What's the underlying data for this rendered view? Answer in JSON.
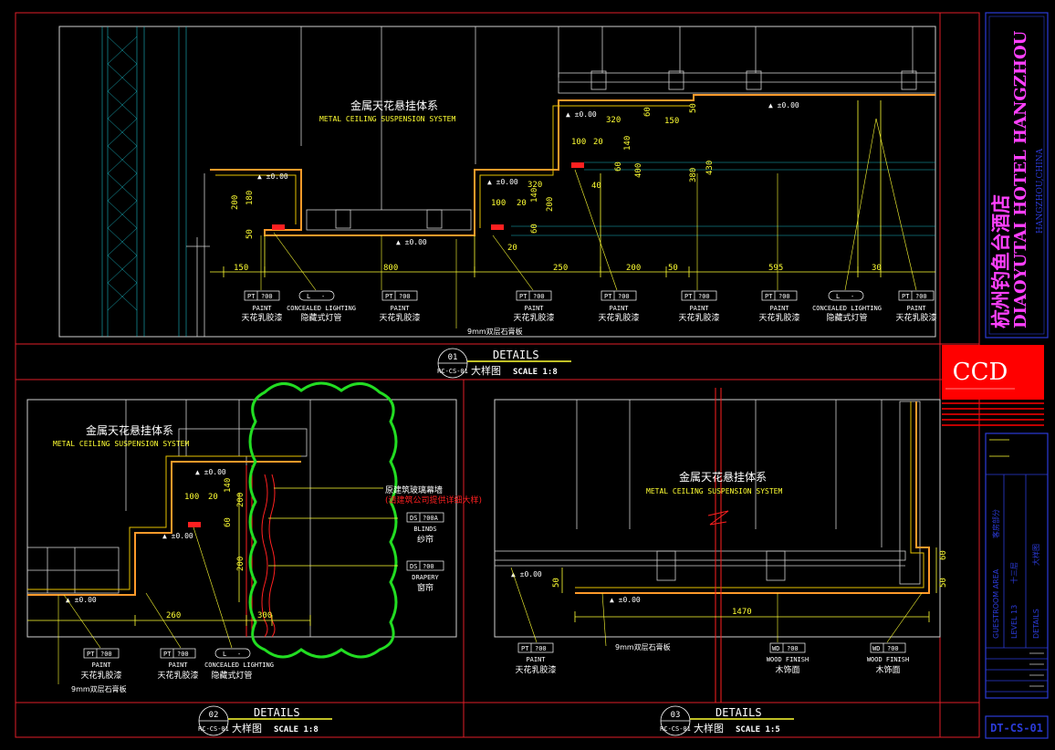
{
  "colors": {
    "frame": "#e01e28",
    "structure": "#cfcfcf",
    "cyan": "#19b7c4",
    "yellow": "#ffff33",
    "white": "#ffffff",
    "orange": "#ff9a2a",
    "green": "#22dd22",
    "red": "#ff2020",
    "titleblue": "#2b3bd8",
    "magenta": "#ff40ff"
  },
  "detail1": {
    "heading_cn": "金属天花悬挂体系",
    "heading_en": "METAL CEILING SUSPENSION SYSTEM",
    "levels": [
      "▲ ±0.00",
      "▲ ±0.00",
      "▲ ±0.00",
      "▲ ±0.00",
      "▲ ±0.00"
    ],
    "dims_h": [
      "150",
      "800",
      "250",
      "200",
      "50",
      "595",
      "30"
    ],
    "dims_v": [
      "200",
      "180",
      "50",
      "320",
      "100",
      "20",
      "140",
      "60",
      "60",
      "40",
      "400",
      "380",
      "430",
      "50",
      "150",
      "320",
      "100",
      "20",
      "140",
      "200",
      "60",
      "20"
    ],
    "tags": [
      {
        "code": "PT",
        "num": "?00",
        "en": "PAINT",
        "cn": "天花乳胶漆"
      },
      {
        "code": "L",
        "num": "-",
        "en": "CONCEALED LIGHTING",
        "cn": "隐藏式灯管"
      },
      {
        "code": "PT",
        "num": "?00",
        "en": "PAINT",
        "cn": "天花乳胶漆"
      },
      {
        "code": "PT",
        "num": "?00",
        "en": "PAINT",
        "cn": "天花乳胶漆"
      },
      {
        "code": "PT",
        "num": "?00",
        "en": "PAINT",
        "cn": "天花乳胶漆"
      },
      {
        "code": "PT",
        "num": "?00",
        "en": "PAINT",
        "cn": "天花乳胶漆"
      },
      {
        "code": "PT",
        "num": "?00",
        "en": "PAINT",
        "cn": "天花乳胶漆"
      },
      {
        "code": "L",
        "num": "-",
        "en": "CONCEALED LIGHTING",
        "cn": "隐藏式灯管"
      },
      {
        "code": "PT",
        "num": "?00",
        "en": "PAINT",
        "cn": "天花乳胶漆"
      }
    ],
    "gypsum_note": "9mm双层石膏板",
    "title": {
      "num": "01",
      "ref": "RC-CS-01",
      "label": "DETAILS",
      "cn": "大样图",
      "scale": "SCALE 1:8"
    }
  },
  "detail2": {
    "heading_cn": "金属天花悬挂体系",
    "heading_en": "METAL CEILING SUSPENSION SYSTEM",
    "dims": [
      "100",
      "20",
      "140",
      "60",
      "200",
      "200",
      "260",
      "300"
    ],
    "note1": "原建筑玻璃幕墙",
    "note2": "(请建筑公司提供详细大样)",
    "blinds": {
      "code": "DS",
      "num": "?00A",
      "en": "BLINDS",
      "cn": "纱帘"
    },
    "drapery": {
      "code": "DS",
      "num": "?00",
      "en": "DRAPERY",
      "cn": "窗帘"
    },
    "tags": [
      {
        "code": "PT",
        "num": "?00",
        "en": "PAINT",
        "cn": "天花乳胶漆"
      },
      {
        "code": "PT",
        "num": "?00",
        "en": "PAINT",
        "cn": "天花乳胶漆"
      },
      {
        "code": "L",
        "num": "-",
        "en": "CONCEALED LIGHTING",
        "cn": "隐藏式灯管"
      }
    ],
    "gypsum_note": "9mm双层石膏板",
    "title": {
      "num": "02",
      "ref": "RC-CS-01",
      "label": "DETAILS",
      "cn": "大样图",
      "scale": "SCALE 1:8"
    }
  },
  "detail3": {
    "heading_cn": "金属天花悬挂体系",
    "heading_en": "METAL CEILING SUSPENSION SYSTEM",
    "dims": [
      "50",
      "1470",
      "60",
      "50"
    ],
    "tags": [
      {
        "code": "PT",
        "num": "?00",
        "en": "PAINT",
        "cn": "天花乳胶漆"
      },
      {
        "code": "WD",
        "num": "?00",
        "en": "WOOD FINISH",
        "cn": "木饰面"
      },
      {
        "code": "WD",
        "num": "?00",
        "en": "WOOD FINISH",
        "cn": "木饰面"
      }
    ],
    "gypsum_note": "9mm双层石膏板",
    "title": {
      "num": "03",
      "ref": "RC-CS-01",
      "label": "DETAILS",
      "cn": "大样图",
      "scale": "SCALE 1:5"
    }
  },
  "titleblock": {
    "hotel_cn": "杭州钓鱼台酒店",
    "hotel_en": "DIAOYUTAI HOTEL HANGZHOU",
    "location": "HANGZHOU,CHINA",
    "logo": "CCD",
    "area_en": "GUESTROOM AREA",
    "area_cn": "客房部分",
    "level_en": "LEVEL 13",
    "level_cn": "十三层",
    "sheet_en": "DETAILS",
    "sheet_cn": "大样图",
    "drawing_no": "DT-CS-01"
  }
}
